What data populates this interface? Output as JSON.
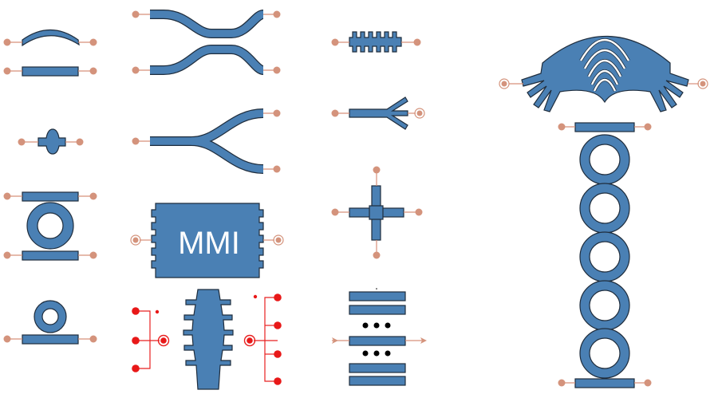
{
  "mmi_label": "MMI",
  "colors": {
    "waveguide": "#4a80b4",
    "outline": "#1f2d3d",
    "pin": "#d4937c",
    "grating_pin": "#e81818"
  },
  "components": [
    "bent-waveguide",
    "straight-waveguide",
    "taper",
    "ring-filter",
    "ring-resonator",
    "directional-coupler",
    "y-splitter",
    "mmi-coupler",
    "grating-coupler",
    "bragg-grating",
    "y-combiner",
    "crossing",
    "coupled-waveguide-array",
    "arrayed-waveguide-grating",
    "coupled-ring-chain"
  ]
}
